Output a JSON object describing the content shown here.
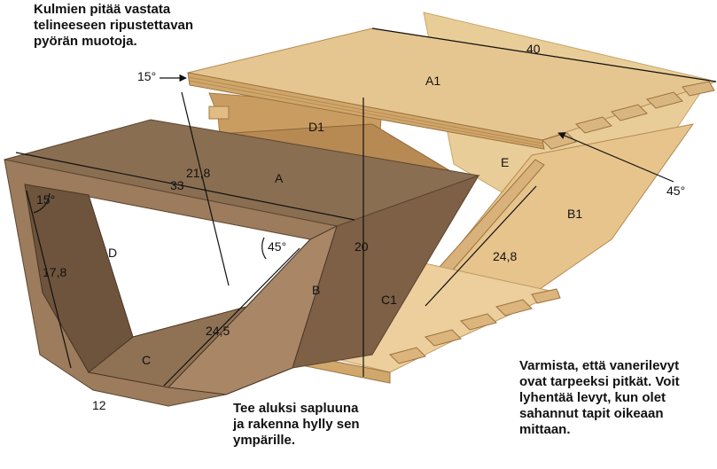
{
  "captions": {
    "top_left": "Kulmien pitää vastata\ntelineeseen ripustettavan\npyörän muotoja.",
    "bottom_center": "Tee aluksi sapluuna\nja rakenna hylly sen\nympärille.",
    "bottom_right": "Varmista, että vanerilevyt\novat tarpeeksi pitkät. Voit\nlyhentää levyt, kun olet\nsahannut tapit oikeaan\nmittaan."
  },
  "part_labels": {
    "A1": "A1",
    "D1": "D1",
    "A": "A",
    "E": "E",
    "B1": "B1",
    "D": "D",
    "B": "B",
    "C": "C",
    "C1": "C1"
  },
  "dimensions": {
    "w40": "40",
    "w33": "33",
    "h21_8": "21,8",
    "h20": "20",
    "h17_8": "17,8",
    "l24_8": "24,8",
    "l24_5": "24,5",
    "w12": "12",
    "angle_15_top": "15°",
    "angle_15_inner": "15°",
    "angle_45_inner": "45°",
    "angle_45_right": "45°"
  },
  "colors": {
    "plywood_light": "#e2c28e",
    "plywood_mid": "#cfa56a",
    "plywood_dark": "#b88a52",
    "template_top": "#8a6e52",
    "template_face": "#9c7c5c",
    "template_inner": "#6e543c",
    "ink": "#111111"
  }
}
